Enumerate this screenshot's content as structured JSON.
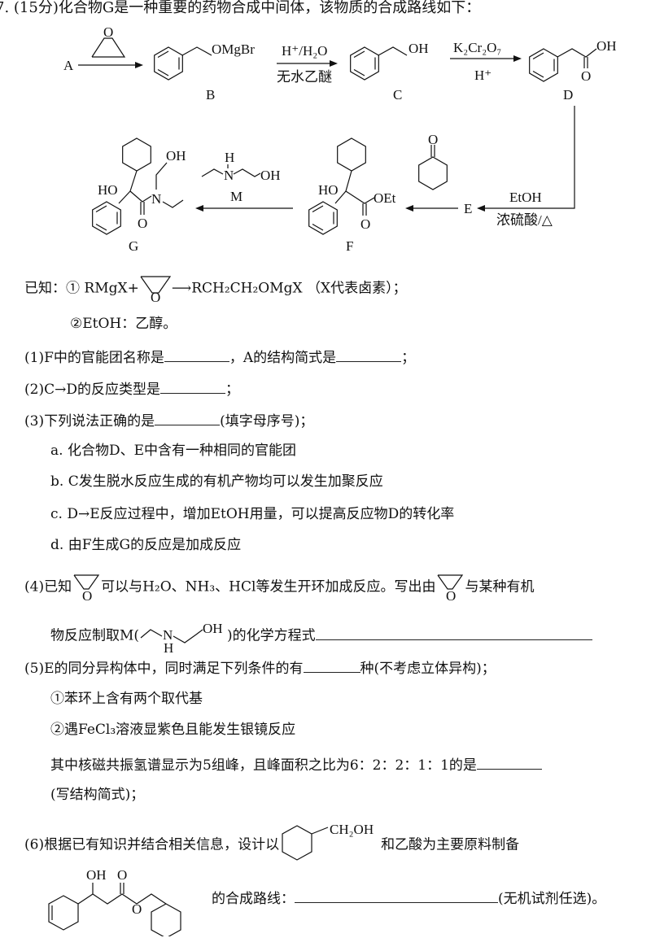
{
  "question": {
    "title": "7. (15分)化合物G是一种重要的药物合成中间体，该物质的合成路线如下：",
    "scheme": {
      "A": "A",
      "B": "B",
      "C": "C",
      "D": "D",
      "E": "E",
      "F": "F",
      "G": "G",
      "M": "M",
      "omgbr": "OMgBr",
      "oh": "OH",
      "o": "O",
      "ho": "HO",
      "oet": "OEt",
      "n": "N",
      "h": "H",
      "r1_top": "H⁺/H₂O",
      "r1_bottom": "无水乙醚",
      "r2_top": "K₂Cr₂O₇",
      "r2_bottom": "H⁺",
      "r3_top": "EtOH",
      "r3_bottom": "浓硫酸/△"
    },
    "known": {
      "prefix": "已知：① RMgX+",
      "suffix": "⟶RCH₂CH₂OMgX （X代表卤素）；",
      "line2": "②EtOH：乙醇。"
    },
    "q1": {
      "a": "(1)F中的官能团名称是",
      "b": "，A的结构简式是",
      "c": "；"
    },
    "q2": {
      "a": "(2)C→D的反应类型是",
      "b": "；"
    },
    "q3": {
      "a": "(3)下列说法正确的是",
      "b": "(填字母序号)；",
      "options": [
        "a.  化合物D、E中含有一种相同的官能团",
        "b.  C发生脱水反应生成的有机产物均可以发生加聚反应",
        "c.  D→E反应过程中，增加EtOH用量，可以提高反应物D的转化率",
        "d.  由F生成G的反应是加成反应"
      ]
    },
    "q4": {
      "a": "(4)已知",
      "b": "可以与H₂O、NH₃、HCl等发生开环加成反应。写出由",
      "c": "与某种有机",
      "d": "物反应制取M(",
      "e": ")的化学方程式"
    },
    "q5": {
      "a": "(5)E的同分异构体中，同时满足下列条件的有",
      "b": "种(不考虑立体异构)；",
      "c1": "①苯环上含有两个取代基",
      "c2": "②遇FeCl₃溶液显紫色且能发生银镜反应",
      "c3": "其中核磁共振氢谱显示为5组峰，且峰面积之比为6：2：2：1：1的是",
      "c4": "(写结构简式)；"
    },
    "q6": {
      "a": "(6)根据已有知识并结合相关信息，设计以",
      "ch2oh": "CH₂OH",
      "b": "和乙酸为主要原料制备",
      "c": "的合成路线：",
      "d": "(无机试剂任选)。"
    }
  }
}
